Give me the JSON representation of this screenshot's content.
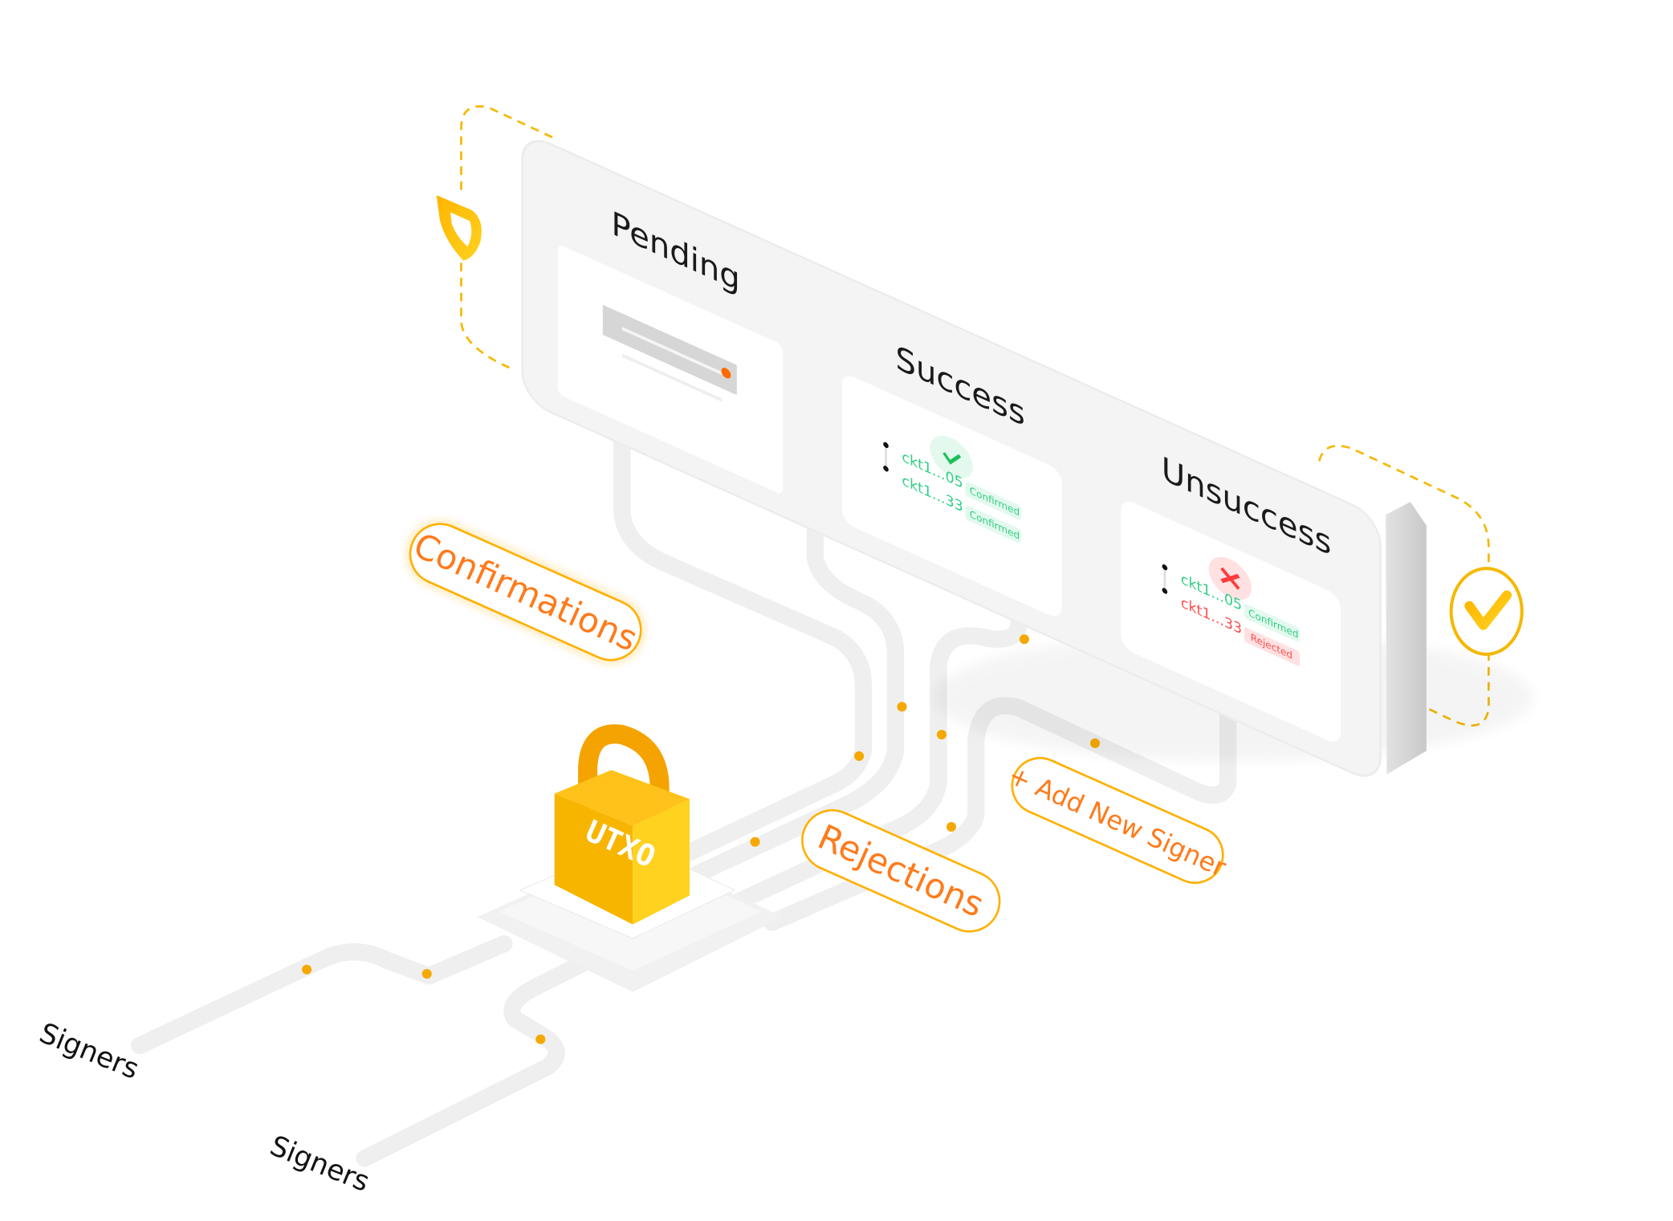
{
  "board": {
    "columns": [
      {
        "title": "Pending"
      },
      {
        "title": "Success",
        "status_icon": "check-icon",
        "rows": [
          {
            "address": "ckt1...05",
            "badge": "Confirmed",
            "state": "confirmed"
          },
          {
            "address": "ckt1...33",
            "badge": "Confirmed",
            "state": "confirmed"
          }
        ]
      },
      {
        "title": "Unsuccess",
        "status_icon": "x-icon",
        "rows": [
          {
            "address": "ckt1...05",
            "badge": "Confirmed",
            "state": "confirmed"
          },
          {
            "address": "ckt1...33",
            "badge": "Rejected",
            "state": "rejected"
          }
        ]
      }
    ]
  },
  "labels": {
    "confirmations": "Confirmations",
    "rejections": "Rejections",
    "add_new_signer": "+ Add New Signer"
  },
  "signers": [
    "Signers",
    "Signers"
  ],
  "lock": {
    "logo_text": "UTXO"
  },
  "colors": {
    "accent_orange": "#ff7a1a",
    "gold": "#f5b800",
    "success_green": "#2fcf85",
    "success_bg": "#e3f9ee",
    "reject_red": "#ff4d4d",
    "reject_bg": "#ffe1e1"
  }
}
